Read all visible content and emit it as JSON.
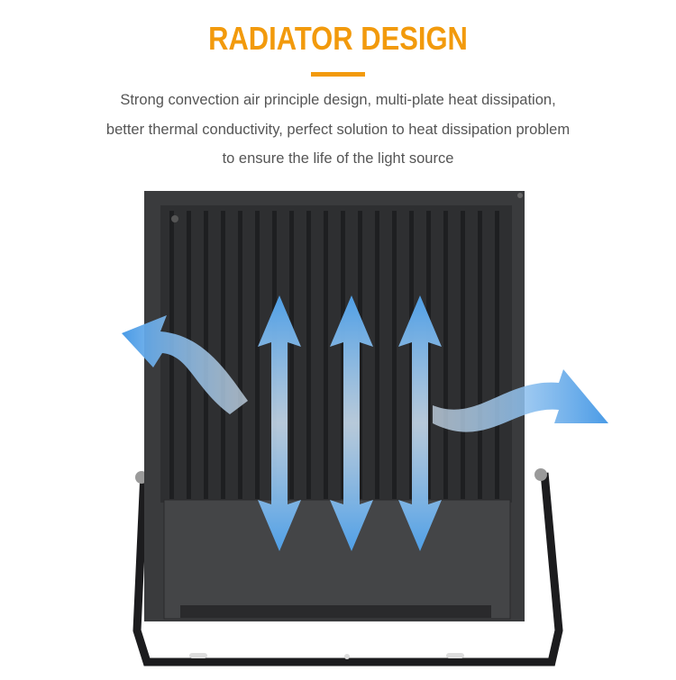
{
  "heading": "RADIATOR DESIGN",
  "description": [
    "Strong convection air principle design, multi-plate heat dissipation,",
    "better thermal conductivity, perfect solution to heat dissipation problem",
    "to ensure the life of the light source"
  ],
  "colors": {
    "accent": "#f29a0c",
    "arrow": "#5aa7e8",
    "housing": "#3a3b3d"
  }
}
